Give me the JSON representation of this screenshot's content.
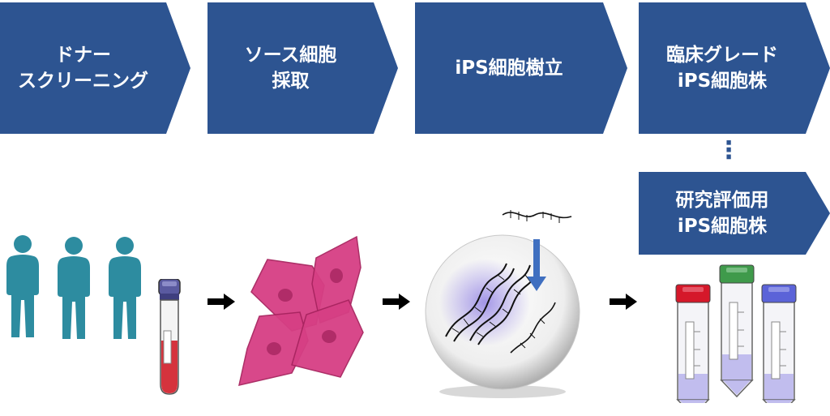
{
  "colors": {
    "chevron": "#2d5491",
    "person": "#2d8ca0",
    "cell": "#d63f84",
    "blood": "#d5333d",
    "nucleus_glow": "#8c7ce0",
    "vial_red": "#d5182a",
    "vial_green": "#3f9a4b",
    "vial_blue": "#5b63d8"
  },
  "steps": [
    {
      "line1": "ドナー",
      "line2": "スクリーニング"
    },
    {
      "line1": "ソース細胞",
      "line2": "採取"
    },
    {
      "line1": "iPS細胞樹立",
      "line2": ""
    },
    {
      "line1": "臨床グレード",
      "line2": "iPS細胞株"
    }
  ],
  "branch": {
    "dots": "⋮",
    "line1": "研究評価用",
    "line2": "iPS細胞株"
  },
  "icons": {
    "donors": "person-silhouette-icon",
    "blood_tube": "blood-collection-tube-icon",
    "source_cells": "fibroblast-cells-icon",
    "reprogramming": "cell-with-dna-icon",
    "cell_bank": "cryovial-icon"
  }
}
